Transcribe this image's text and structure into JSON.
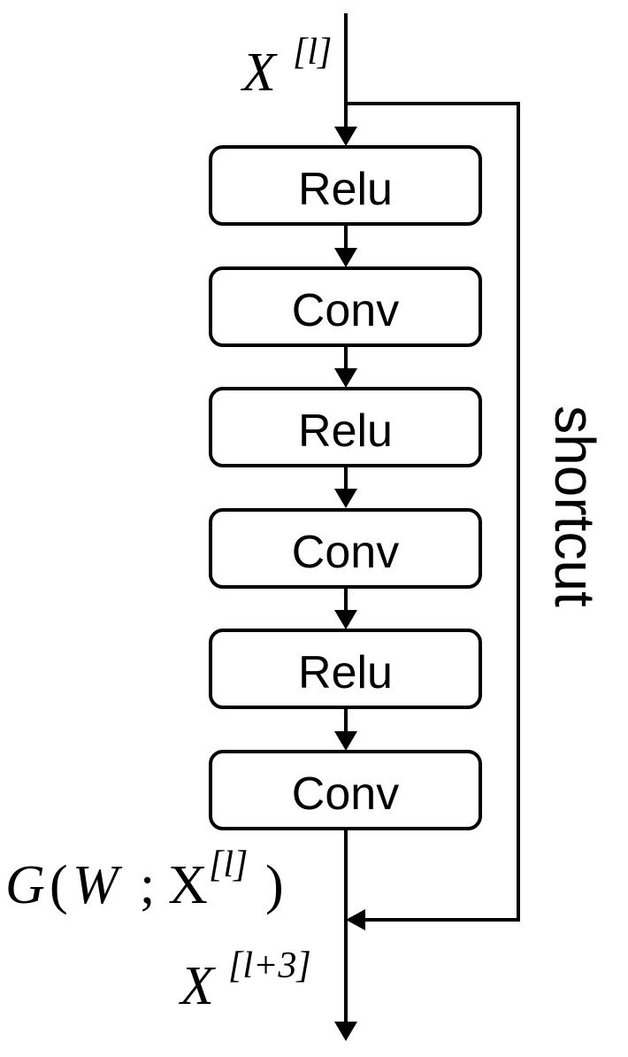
{
  "input": {
    "base": "X",
    "superscript": "[l]"
  },
  "layers": [
    {
      "label": "Relu"
    },
    {
      "label": "Conv"
    },
    {
      "label": "Relu"
    },
    {
      "label": "Conv"
    },
    {
      "label": "Relu"
    },
    {
      "label": "Conv"
    }
  ],
  "residual_function": {
    "func": "G",
    "open": "(",
    "weight": "W",
    "sep": ";",
    "var": "X",
    "superscript": "[l]",
    "close": ")"
  },
  "output": {
    "base": "X",
    "superscript": "[l+3]"
  },
  "shortcut_label": "shortcut"
}
